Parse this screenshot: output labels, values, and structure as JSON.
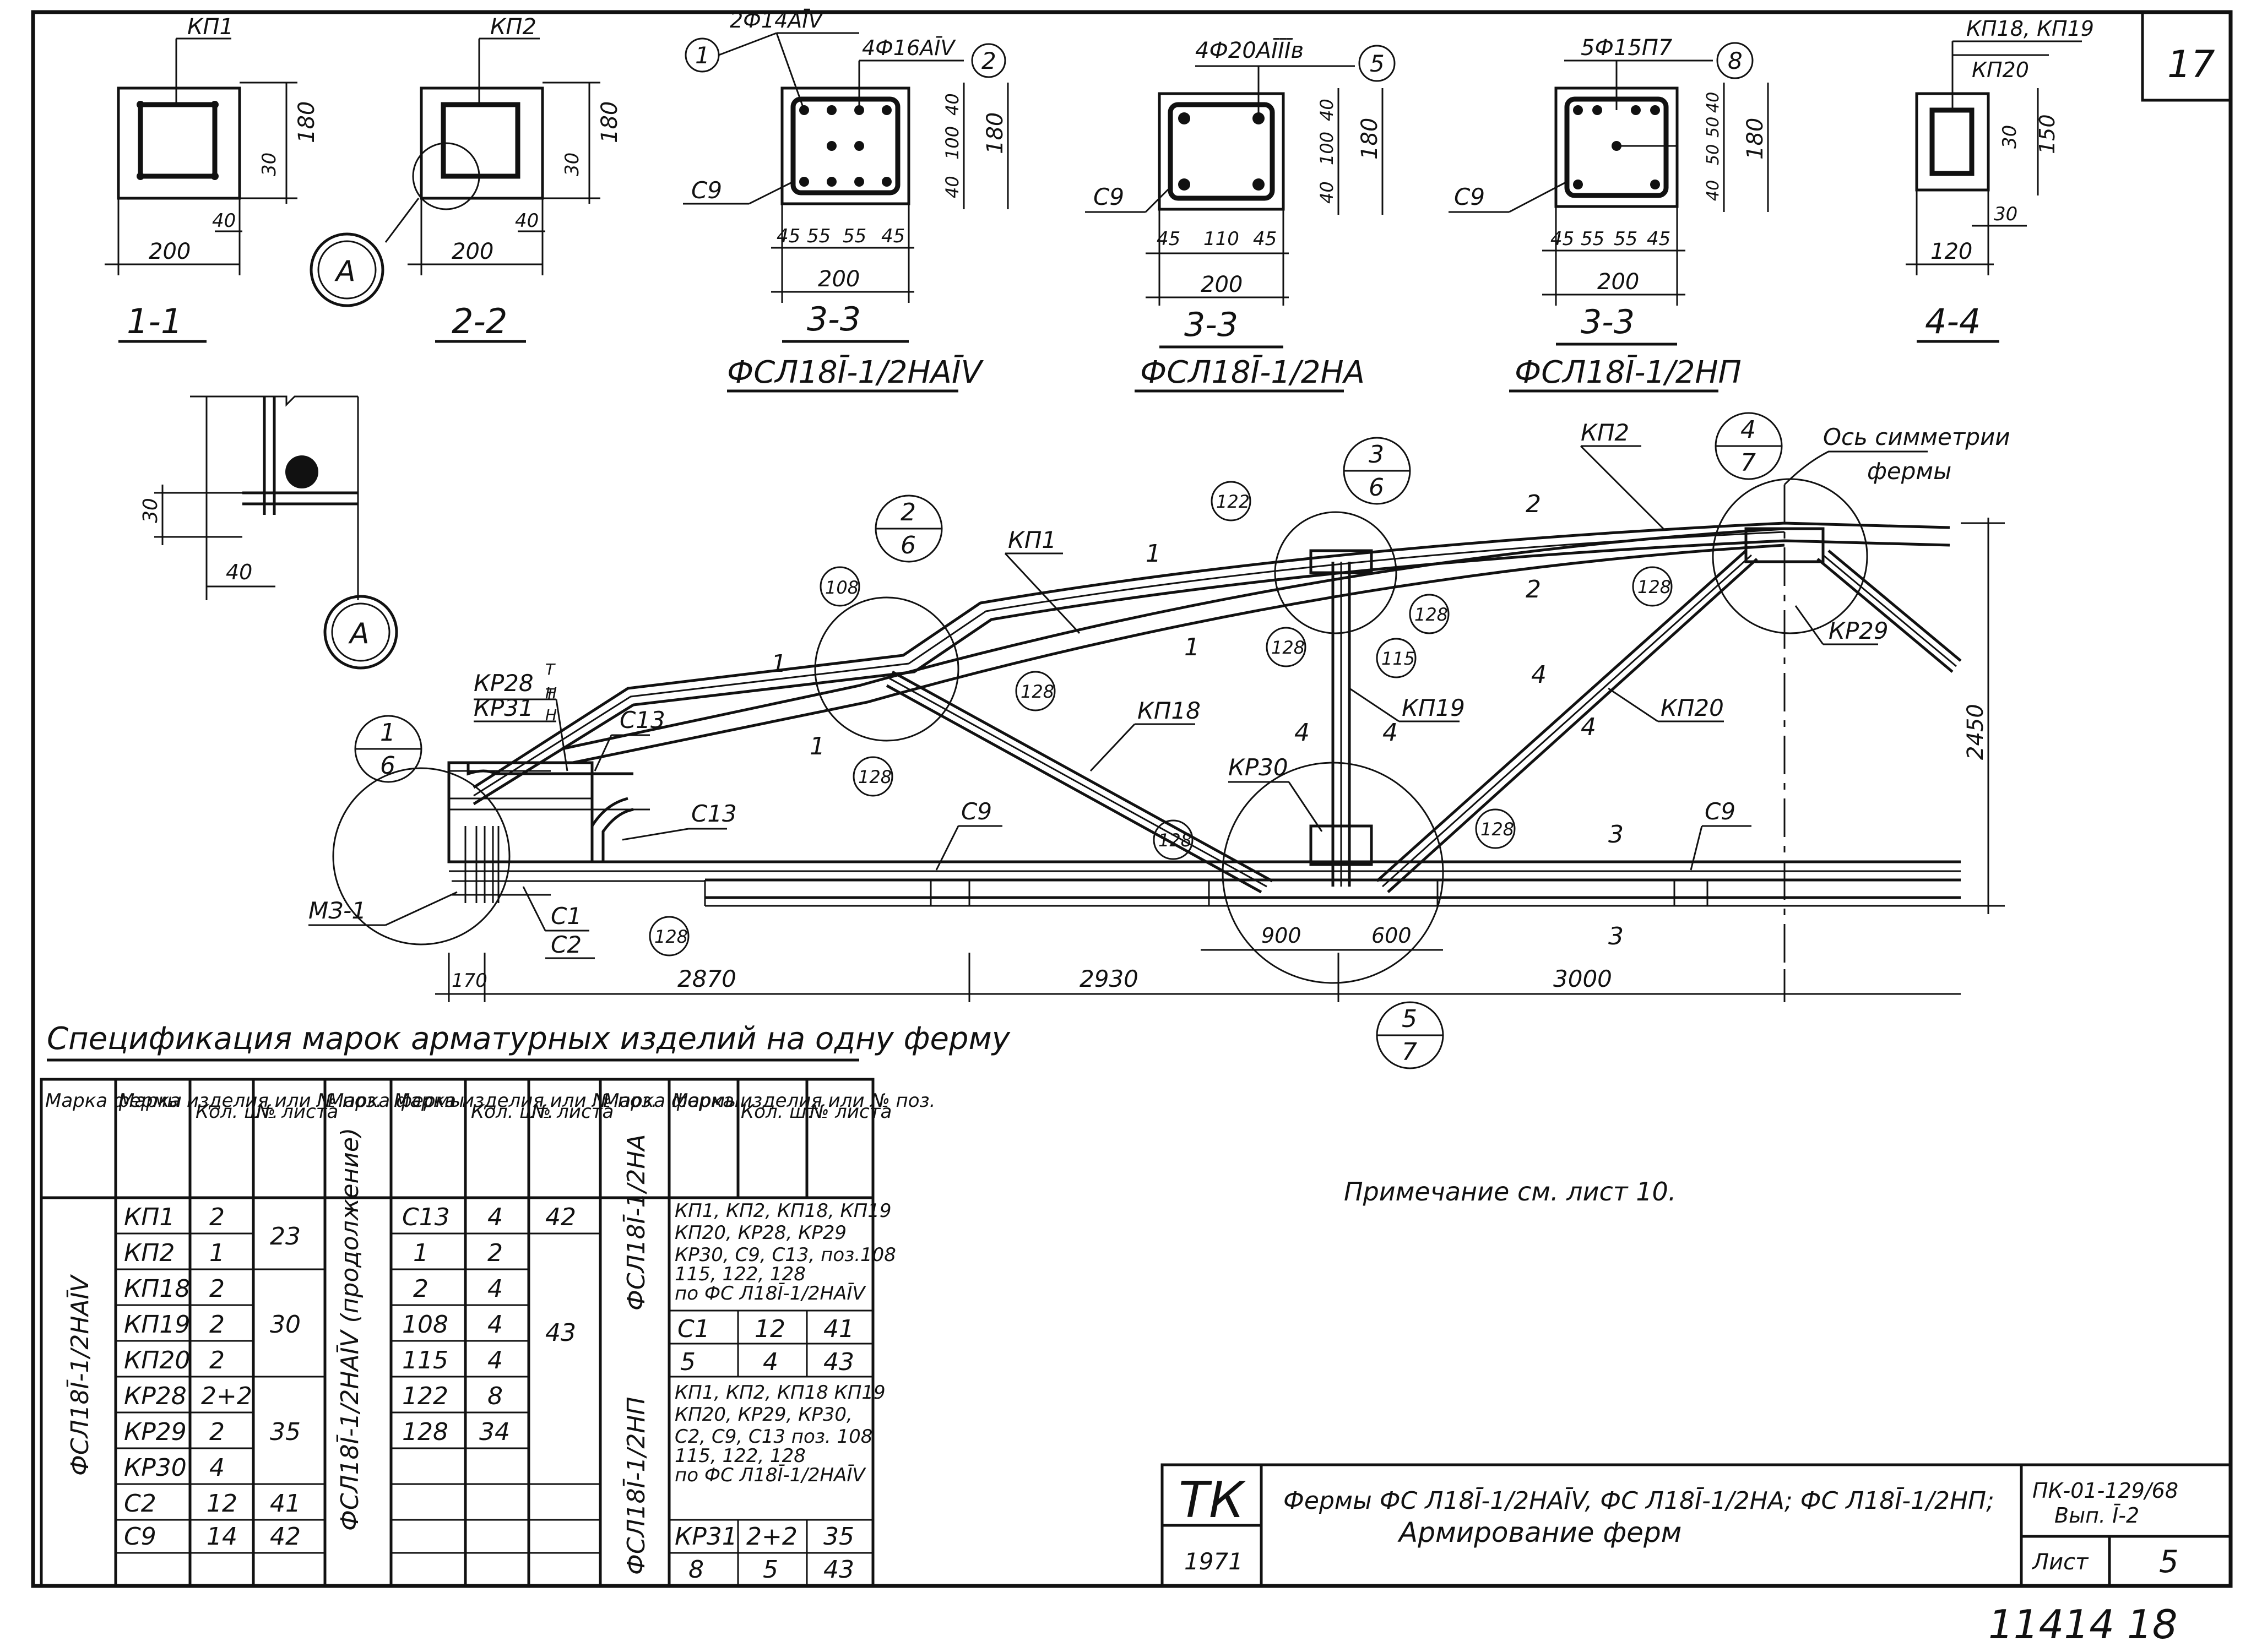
{
  "sheet": {
    "page_number_top": "17",
    "bottom_numbers": "11414   18",
    "note": "Примечание см. лист 10."
  },
  "sections": {
    "s1": {
      "cut": "1-1",
      "mark": "КП1",
      "dims": [
        "200",
        "40",
        "30",
        "180"
      ]
    },
    "s2": {
      "cut": "2-2",
      "mark": "КП2",
      "dims": [
        "200",
        "40",
        "30",
        "180"
      ],
      "callout": "A"
    },
    "s3a": {
      "cut": "3-3",
      "title": "ФСЛ18Ī-1/2НАĪV",
      "bars": "2Ф14АĪV",
      "bars2": "4Ф16АĪV",
      "pos1": "1",
      "pos2": "2",
      "mark": "С9",
      "dims": [
        "45",
        "55",
        "55",
        "45",
        "200",
        "40",
        "100",
        "40",
        "180"
      ]
    },
    "s3b": {
      "cut": "3-3",
      "title": "ФСЛ18Ī-1/2НА",
      "bars": "4Ф20АĪĪĪв",
      "pos": "5",
      "mark": "С9",
      "dims": [
        "45",
        "110",
        "45",
        "200",
        "40",
        "100",
        "40",
        "180"
      ]
    },
    "s3c": {
      "cut": "3-3",
      "title": "ФСЛ18Ī-1/2НП",
      "bars": "5Ф15П7",
      "pos": "8",
      "mark": "С9",
      "dims": [
        "45",
        "55",
        "55",
        "45",
        "200",
        "40",
        "50",
        "50",
        "40",
        "180"
      ]
    },
    "s4": {
      "cut": "4-4",
      "mark1": "КП18, КП19",
      "mark2": "КП20",
      "dims": [
        "120",
        "30",
        "150",
        "30"
      ]
    }
  },
  "detailA": {
    "label": "A",
    "dims": [
      "30",
      "40"
    ]
  },
  "truss": {
    "labels": [
      "КП1",
      "КП2",
      "КП18",
      "КП19",
      "КП20",
      "КР28",
      "КР31",
      "КР29",
      "КР30",
      "С13",
      "С13",
      "С9",
      "С9",
      "С1",
      "С2",
      "МЗ-1"
    ],
    "sup_T": "T",
    "sup_H": "H",
    "axis": "Ось симметрии",
    "axis2": "фермы",
    "dims": [
      "170",
      "2870",
      "2930",
      "3000",
      "900",
      "600",
      "2450"
    ],
    "cut_marks": [
      "1",
      "1",
      "1",
      "1",
      "2",
      "2",
      "3",
      "3",
      "4",
      "4",
      "4",
      "4"
    ],
    "pos": [
      "108",
      "122",
      "128",
      "128",
      "128",
      "128",
      "128",
      "128",
      "128",
      "128",
      "115"
    ],
    "nodes": [
      {
        "top": "1",
        "bot": "6"
      },
      {
        "top": "2",
        "bot": "6"
      },
      {
        "top": "3",
        "bot": "6"
      },
      {
        "top": "4",
        "bot": "7"
      },
      {
        "top": "5",
        "bot": "7"
      }
    ]
  },
  "spec": {
    "title": "Спецификация марок арматурных изделий на одну ферму",
    "headers": [
      "Марка фермы",
      "Марка изделия или № поз.",
      "Кол. шт.",
      "№ листа"
    ],
    "truss1": "ФСЛ18Ī-1/2НАĪV",
    "truss1_cont": "ФСЛ18Ī-1/2НАĪV (продолжение)",
    "truss2": "ФСЛ18Ī-1/2НА",
    "truss3": "ФСЛ18Ī-1/2НП",
    "col1": [
      [
        "КП1",
        "2"
      ],
      [
        "КП2",
        "1"
      ],
      [
        "КП18",
        "2"
      ],
      [
        "КП19",
        "2"
      ],
      [
        "КП20",
        "2"
      ],
      [
        "КР28",
        "2+2"
      ],
      [
        "КР29",
        "2"
      ],
      [
        "КР30",
        "4"
      ],
      [
        "С2",
        "12"
      ],
      [
        "С9",
        "14"
      ]
    ],
    "col1_sheets": [
      "23",
      "30",
      "35",
      "41",
      "42"
    ],
    "col2": [
      [
        "С13",
        "4"
      ],
      [
        "1",
        "2"
      ],
      [
        "2",
        "4"
      ],
      [
        "108",
        "4"
      ],
      [
        "115",
        "4"
      ],
      [
        "122",
        "8"
      ],
      [
        "128",
        "34"
      ]
    ],
    "col2_sheets": [
      "42",
      "43"
    ],
    "col3_text1": [
      "КП1, КП2, КП18, КП19",
      "КП20, КР28, КР29",
      "КР30, С9, С13, поз.108",
      "115, 122, 128",
      "по ФС Л18Ī-1/2НАĪV"
    ],
    "col3_rows1": [
      [
        "С1",
        "12",
        "41"
      ],
      [
        "5",
        "4",
        "43"
      ]
    ],
    "col3_text2": [
      "КП1, КП2, КП18 КП19",
      "КП20, КР29, КР30,",
      "С2, С9, С13 поз. 108",
      "115, 122, 128",
      "по ФС Л18Ī-1/2НАĪV"
    ],
    "col3_rows2": [
      [
        "КР31",
        "2+2",
        "35"
      ],
      [
        "8",
        "5",
        "43"
      ]
    ]
  },
  "stamp": {
    "org": "ТК",
    "year": "1971",
    "title1": "Фермы ФС Л18Ī-1/2НАĪV, ФС Л18Ī-1/2НА; ФС Л18Ī-1/2НП;",
    "title2": "Армирование ферм",
    "code": "ПК-01-129/68",
    "issue": "Вып. Ī-2",
    "sheet_label": "Лист",
    "sheet_no": "5"
  }
}
